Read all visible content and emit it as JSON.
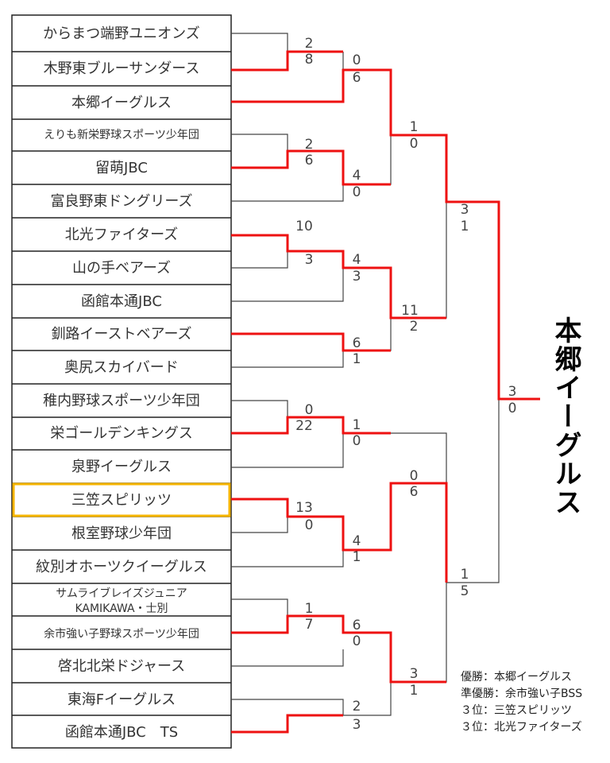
{
  "teams": [
    "からまつ端野ユニオンズ",
    "木野東ブルーサンダース",
    "本郷イーグルス",
    "えりも新栄野球スポーツ少年団",
    "留萌JBC",
    "富良野東ドングリーズ",
    "北光ファイターズ",
    "山の手ベアーズ",
    "函館本通JBC",
    "釧路イーストベアーズ",
    "奥尻スカイバード",
    "稚内野球スポーツ少年団",
    "栄ゴールデンキングス",
    "泉野イーグルス",
    "三笠スピリッツ",
    "根室野球少年団",
    "紋別オホーツクイーグルス",
    "サムライブレイズジュニア",
    "KAMIKAWA・士別",
    "余市強い子野球スポーツ少年団",
    "啓北北栄ドジャース",
    "東海Fイーグルス",
    "函館本通JBC　TS"
  ],
  "scores": {
    "r1_a": [
      "2",
      "8"
    ],
    "r1_b": [
      "2",
      "6"
    ],
    "r1_c": [
      "10",
      "3"
    ],
    "r1_d": [
      "0",
      "22"
    ],
    "r1_e": [
      "13",
      "0"
    ],
    "r1_f": [
      "1",
      "7"
    ],
    "r2_a": [
      "0",
      "6"
    ],
    "r2_b": [
      "4",
      "0"
    ],
    "r2_c": [
      "4",
      "3"
    ],
    "r2_d": [
      "6",
      "1"
    ],
    "r2_e": [
      "1",
      "0"
    ],
    "r2_f": [
      "4",
      "1"
    ],
    "r2_g": [
      "6",
      "0"
    ],
    "r2_h": [
      "2",
      "3"
    ],
    "qf_a": [
      "1",
      "0"
    ],
    "qf_b": [
      "11",
      "2"
    ],
    "qf_c": [
      "0",
      "6"
    ],
    "qf_d": [
      "3",
      "1"
    ],
    "sf_a": [
      "3",
      "1"
    ],
    "sf_b": [
      "1",
      "5"
    ],
    "final": [
      "3",
      "0"
    ]
  },
  "winner": "本郷イーグルス",
  "summary": [
    "優勝：本郷イーグルス",
    "準優勝：余市強い子BSS",
    "３位：三笠スピリッツ",
    "３位：北光ファイターズ"
  ],
  "colors": {
    "win_line": "#ee1111",
    "loss_line": "#444444",
    "highlight_box": "#f5b400"
  }
}
